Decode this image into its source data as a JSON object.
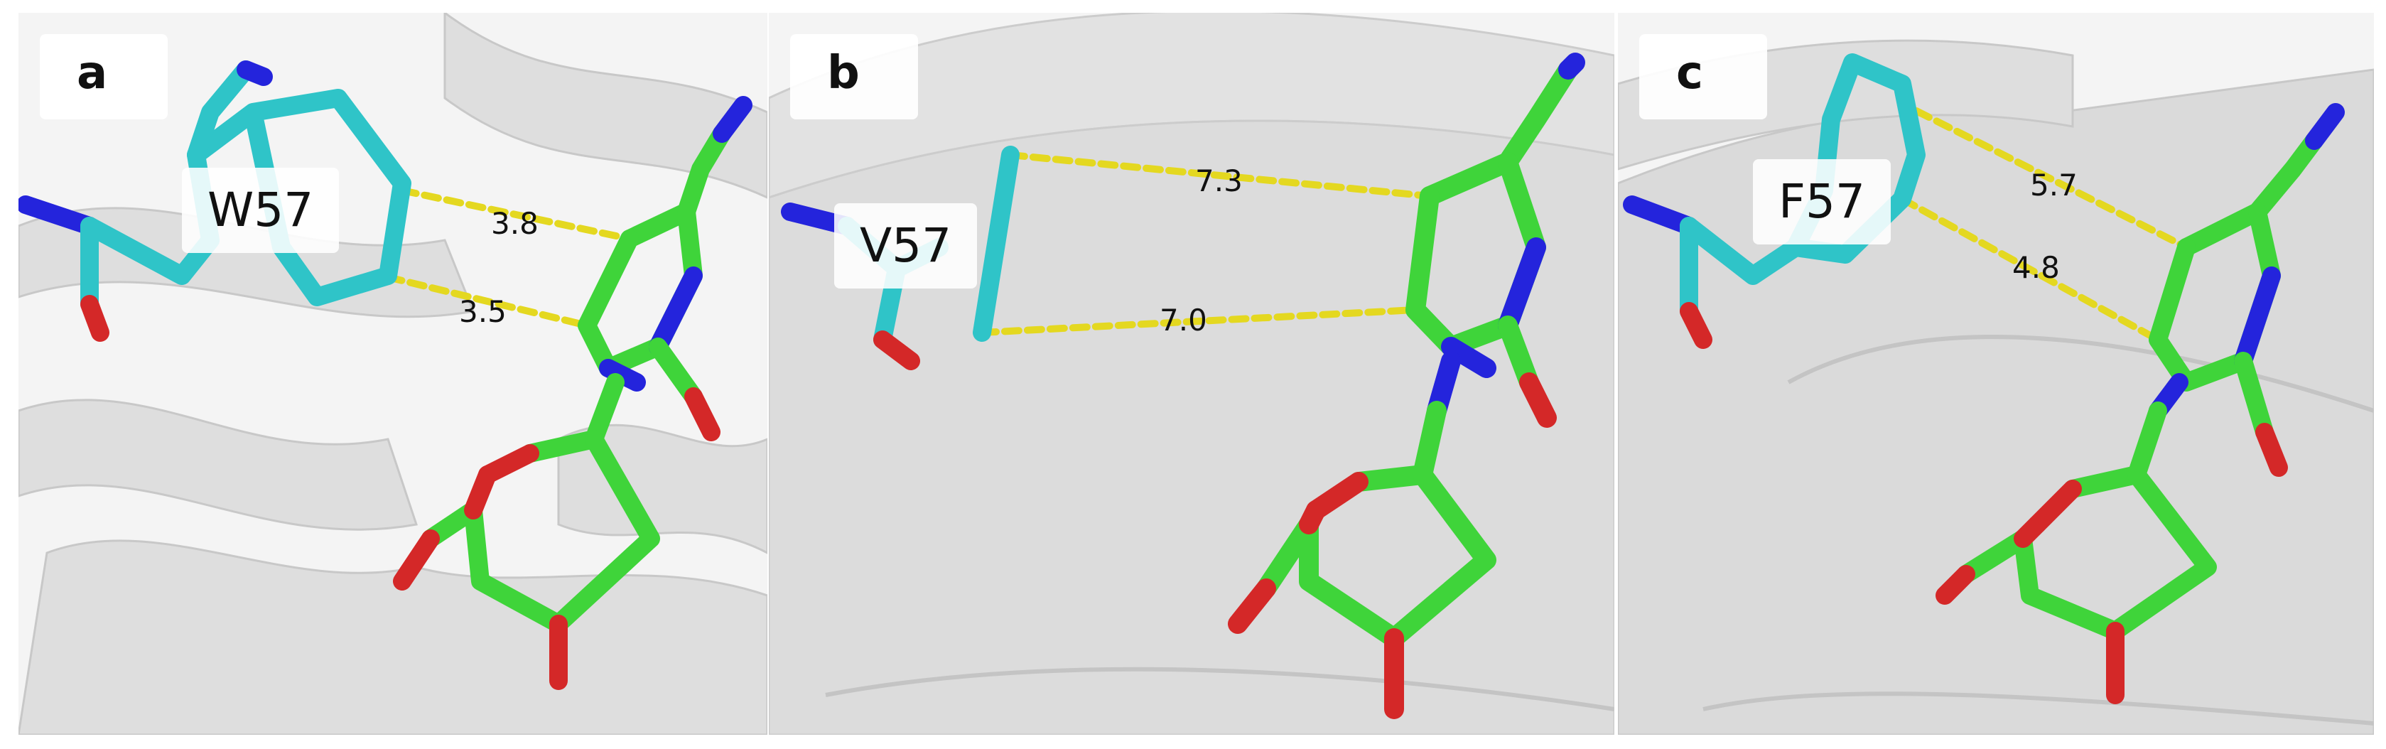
{
  "panels": [
    {
      "letter": "a",
      "residue": "W57",
      "distances": [
        "3.8",
        "3.5"
      ]
    },
    {
      "letter": "b",
      "residue": "V57",
      "distances": [
        "7.3",
        "7.0"
      ]
    },
    {
      "letter": "c",
      "residue": "F57",
      "distances": [
        "5.7",
        "4.8"
      ]
    }
  ],
  "colors": {
    "residue_carbon": "#2fc4c8",
    "ligand_carbon": "#3fd43a",
    "nitrogen": "#2424dc",
    "oxygen": "#d42828",
    "distance_line": "#e4d820",
    "cartoon": "#dcdcdc",
    "background": "#f4f4f4"
  }
}
